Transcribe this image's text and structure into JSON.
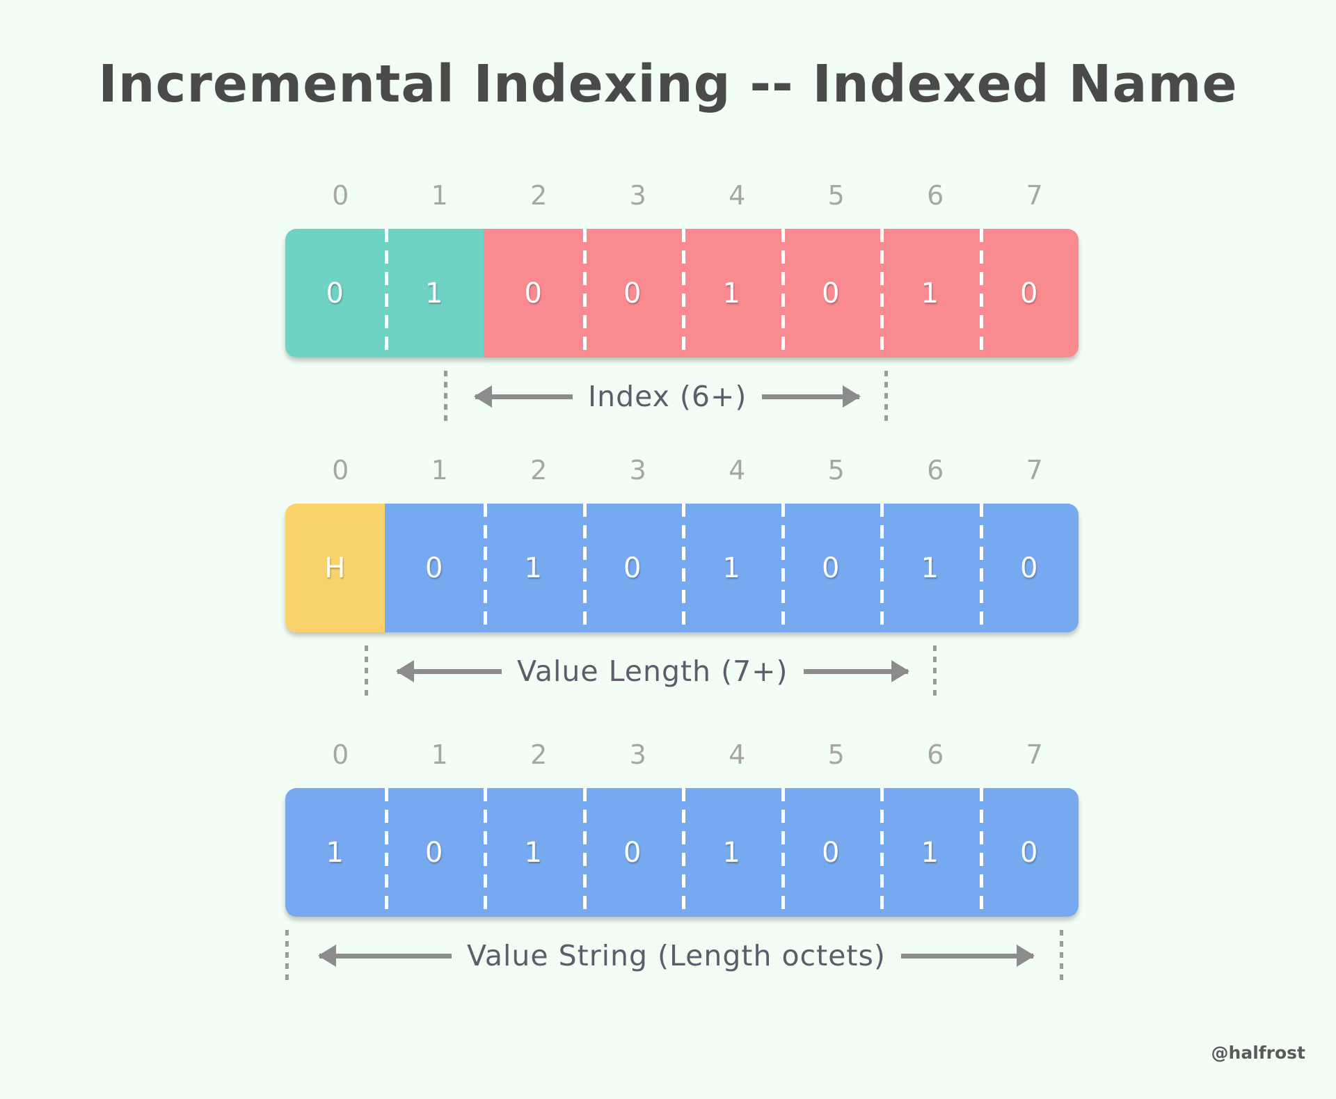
{
  "title": "Incremental Indexing -- Indexed Name",
  "watermark": "@halfrost",
  "colors": {
    "background": "#f2fdf5",
    "title_text": "#4a4a4a",
    "ruler_text": "#a6a6a6",
    "teal": "#6ed3c4",
    "pink": "#f98a90",
    "yellow": "#f9d26a",
    "blue": "#76a9ef",
    "arrow": "#8c8c8c",
    "annotation_text": "#5c5c6b"
  },
  "ruler_ticks": [
    "0",
    "1",
    "2",
    "3",
    "4",
    "5",
    "6",
    "7"
  ],
  "chart_data": {
    "type": "table",
    "title": "Incremental Indexing -- Indexed Name",
    "rows": [
      {
        "name": "index-row",
        "cells": [
          {
            "value": "0",
            "color": "teal"
          },
          {
            "value": "1",
            "color": "teal"
          },
          {
            "value": "0",
            "color": "pink"
          },
          {
            "value": "0",
            "color": "pink"
          },
          {
            "value": "1",
            "color": "pink"
          },
          {
            "value": "0",
            "color": "pink"
          },
          {
            "value": "1",
            "color": "pink"
          },
          {
            "value": "0",
            "color": "pink"
          }
        ],
        "annotation": "Index (6+)"
      },
      {
        "name": "value-length-row",
        "cells": [
          {
            "value": "H",
            "color": "yellow"
          },
          {
            "value": "0",
            "color": "blue"
          },
          {
            "value": "1",
            "color": "blue"
          },
          {
            "value": "0",
            "color": "blue"
          },
          {
            "value": "1",
            "color": "blue"
          },
          {
            "value": "0",
            "color": "blue"
          },
          {
            "value": "1",
            "color": "blue"
          },
          {
            "value": "0",
            "color": "blue"
          }
        ],
        "annotation": "Value Length (7+)"
      },
      {
        "name": "value-string-row",
        "cells": [
          {
            "value": "1",
            "color": "blue"
          },
          {
            "value": "0",
            "color": "blue"
          },
          {
            "value": "1",
            "color": "blue"
          },
          {
            "value": "0",
            "color": "blue"
          },
          {
            "value": "1",
            "color": "blue"
          },
          {
            "value": "0",
            "color": "blue"
          },
          {
            "value": "1",
            "color": "blue"
          },
          {
            "value": "0",
            "color": "blue"
          }
        ],
        "annotation": "Value String (Length octets)"
      }
    ]
  },
  "rows": {
    "index": {
      "annotation": "Index (6+)",
      "cells": [
        "0",
        "1",
        "0",
        "0",
        "1",
        "0",
        "1",
        "0"
      ]
    },
    "value_length": {
      "annotation": "Value Length (7+)",
      "cells": [
        "H",
        "0",
        "1",
        "0",
        "1",
        "0",
        "1",
        "0"
      ]
    },
    "value_string": {
      "annotation": "Value String (Length octets)",
      "cells": [
        "1",
        "0",
        "1",
        "0",
        "1",
        "0",
        "1",
        "0"
      ]
    }
  }
}
